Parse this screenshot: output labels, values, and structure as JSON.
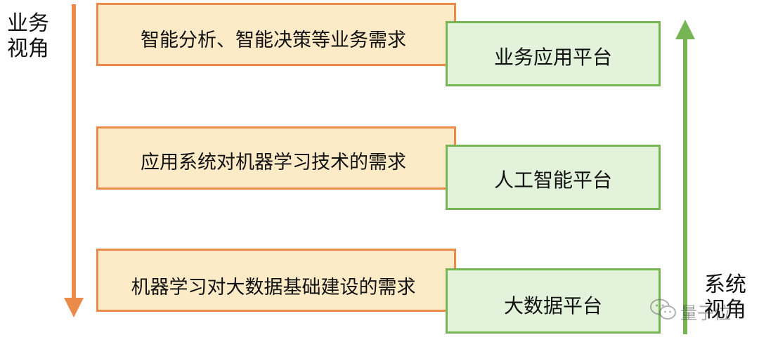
{
  "labels": {
    "business_view": "业务\n视角",
    "system_view": "系统\n视角"
  },
  "requirements": [
    {
      "text": "智能分析、智能决策等业务需求"
    },
    {
      "text": "应用系统对机器学习技术的需求"
    },
    {
      "text": "机器学习对大数据基础建设的需求"
    }
  ],
  "platforms": [
    {
      "text": "业务应用平台"
    },
    {
      "text": "人工智能平台"
    },
    {
      "text": "大数据平台"
    }
  ],
  "watermark": {
    "text": "量子位",
    "icon": "wechat-icon"
  },
  "colors": {
    "requirement_fill": "#fdebc7",
    "requirement_border": "#ec8a4a",
    "platform_fill": "#e3f2da",
    "platform_border": "#77b554",
    "down_arrow": "#ec8a4a",
    "up_arrow": "#77b554"
  }
}
